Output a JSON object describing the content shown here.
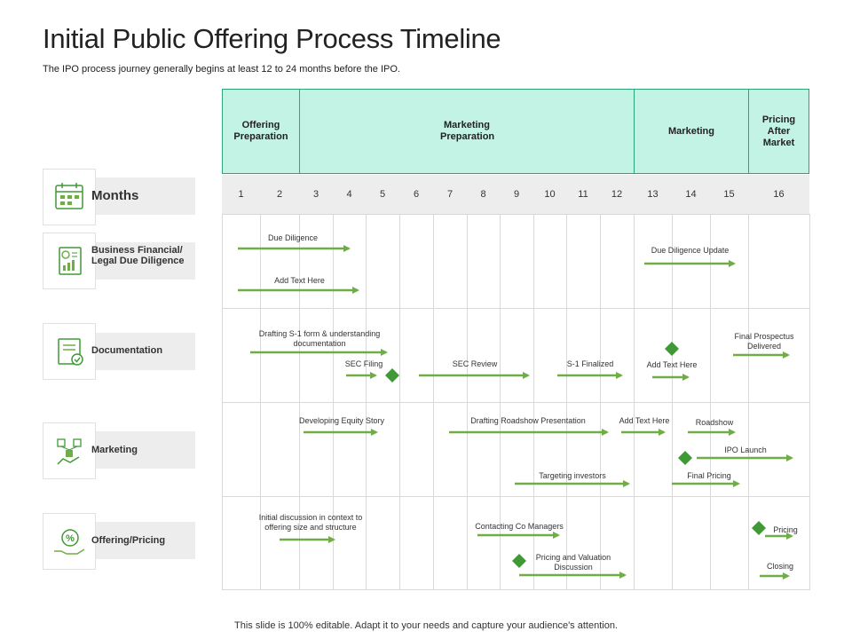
{
  "title": "Initial Public Offering Process Timeline",
  "subtitle": "The IPO process journey generally begins at least 12 to 24 months before the IPO.",
  "footer": "This slide is 100% editable. Adapt it to your needs and capture your audience's attention.",
  "phases": [
    {
      "label": "Offering Preparation"
    },
    {
      "label": "Marketing Preparation"
    },
    {
      "label": "Marketing"
    },
    {
      "label": "Pricing After Market"
    }
  ],
  "months": [
    "1",
    "2",
    "3",
    "4",
    "5",
    "6",
    "7",
    "8",
    "9",
    "10",
    "11",
    "12",
    "13",
    "14",
    "15",
    "16"
  ],
  "rows": [
    {
      "label": "Months",
      "icon": "calendar-icon"
    },
    {
      "label": "Business Financial/ Legal Due Diligence",
      "icon": "financial-report-icon"
    },
    {
      "label": "Documentation",
      "icon": "document-check-icon"
    },
    {
      "label": "Marketing",
      "icon": "marketing-network-icon"
    },
    {
      "label": "Offering/Pricing",
      "icon": "percent-hand-icon"
    }
  ],
  "tasks": {
    "due_diligence": "Due Diligence",
    "add_text_1": "Add Text Here",
    "due_diligence_update": "Due Diligence Update",
    "drafting_s1": "Drafting S-1 form & understanding documentation",
    "sec_filing": "SEC Filing",
    "sec_review": "SEC Review",
    "s1_finalized": "S-1 Finalized",
    "add_text_2": "Add Text Here",
    "final_prospectus": "Final Prospectus Delivered",
    "equity_story": "Developing Equity Story",
    "roadshow_presentation": "Drafting Roadshow Presentation",
    "add_text_3": "Add Text Here",
    "roadshow": "Roadshow",
    "ipo_launch": "IPO Launch",
    "targeting_investors": "Targeting investors",
    "final_pricing": "Final Pricing",
    "initial_discussion": "Initial discussion in context to offering size and structure",
    "contacting_managers": "Contacting Co Managers",
    "pricing_valuation": "Pricing and Valuation Discussion",
    "pricing": "Pricing",
    "closing": "Closing"
  },
  "colors": {
    "accent": "#70ad47",
    "milestone": "#3f9a36",
    "phase_fill": "#c3f3e4",
    "phase_border": "#2ba578",
    "band": "#ededed"
  }
}
